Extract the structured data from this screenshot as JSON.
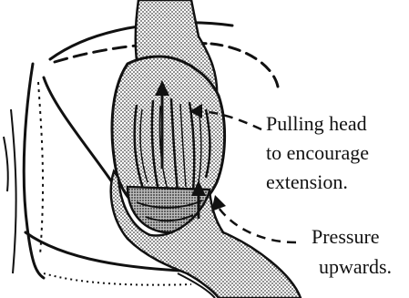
{
  "annotations": [
    {
      "id": "pulling-head",
      "lines": [
        "Pulling head",
        "to encourage",
        "extension."
      ]
    },
    {
      "id": "pressure-upwards",
      "lines": [
        "Pressure",
        "upwards."
      ]
    }
  ],
  "colors": {
    "ink": "#111111",
    "shading": "#9a9a9a",
    "background": "#ffffff"
  }
}
